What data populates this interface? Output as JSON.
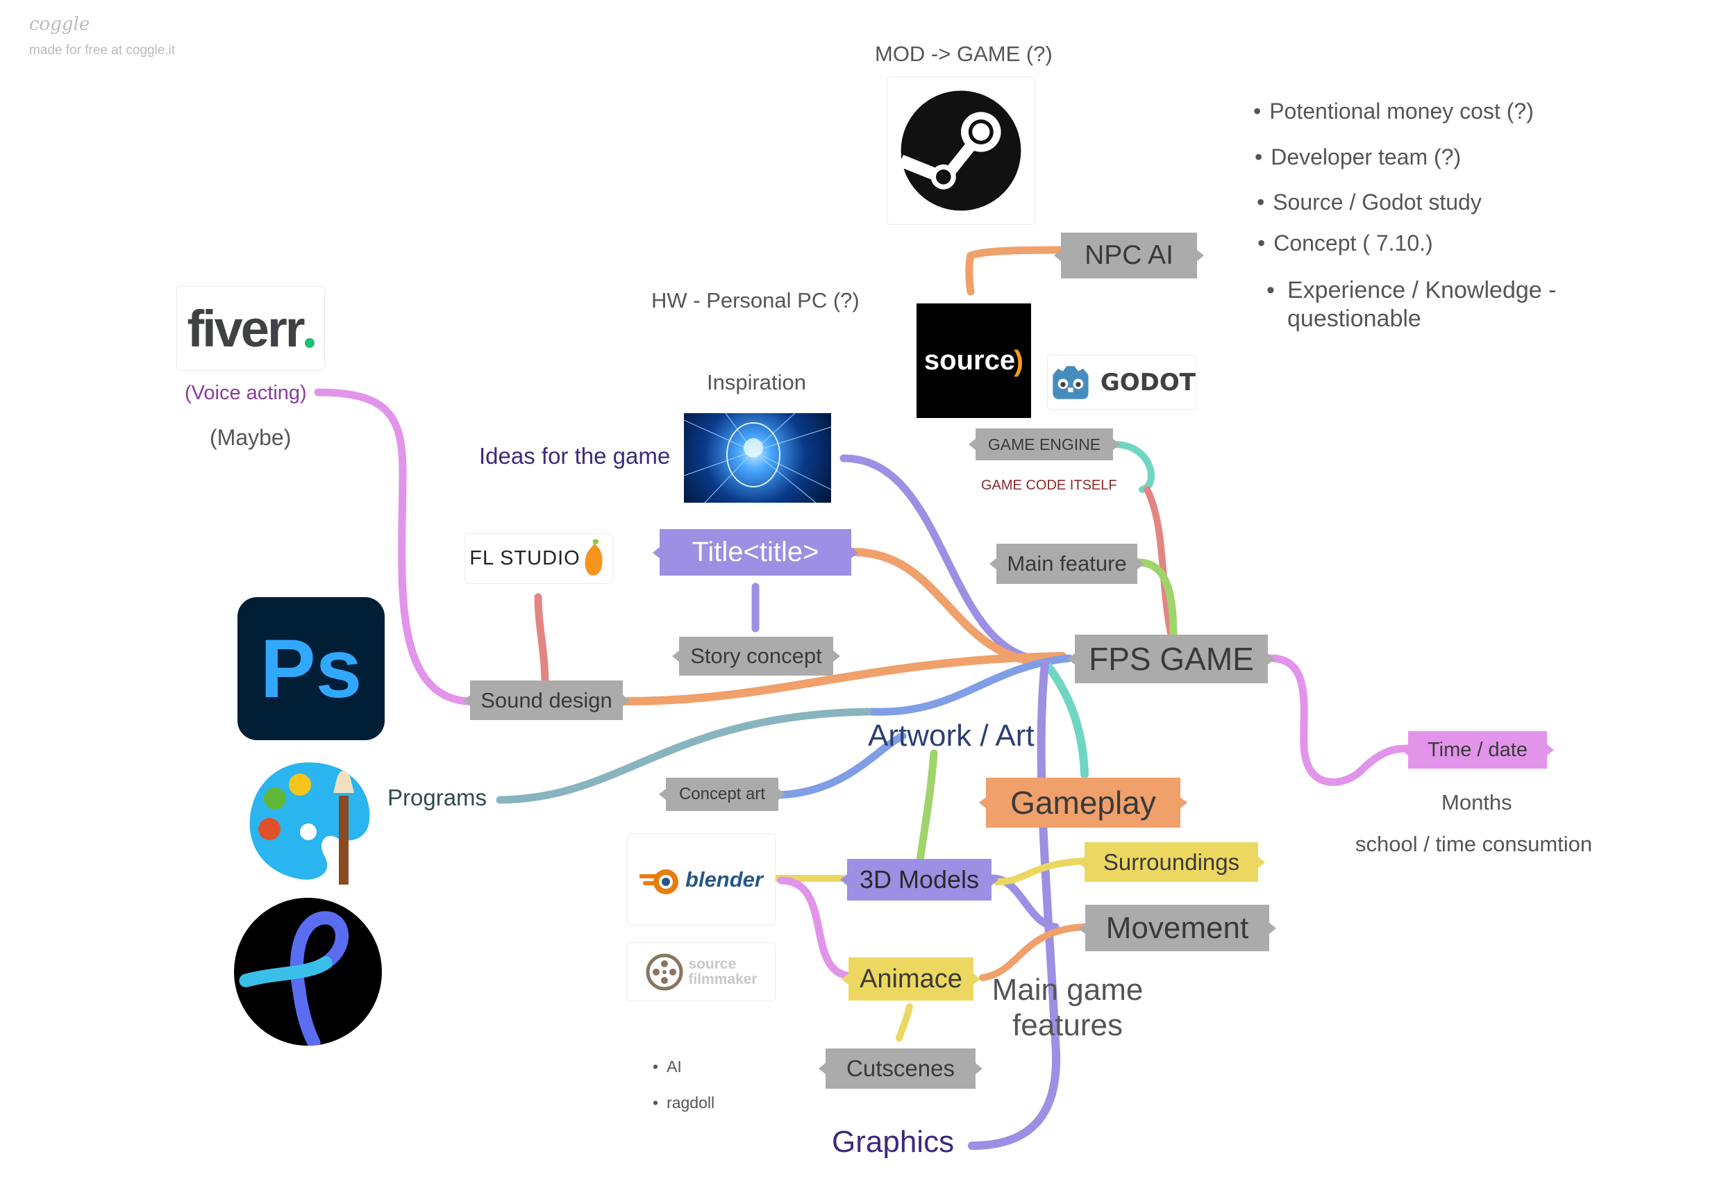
{
  "watermark": {
    "brand": "coggle",
    "tagline": "made for free at coggle.it"
  },
  "center": "FPS GAME",
  "top": {
    "mod_label": "MOD -> GAME (?)",
    "hw_label": "HW - Personal PC (?)",
    "npc_ai": "NPC AI",
    "game_engine": "GAME ENGINE",
    "game_code": "GAME CODE ITSELF",
    "source_logo_text": "source",
    "godot_logo_text": "GODOT"
  },
  "notes": [
    "Potentional money cost (?)",
    "Developer team (?)",
    "Source / Godot study",
    "Concept ( 7.10.)",
    "Experience / Knowledge - questionable"
  ],
  "left": {
    "fiverr_logo_text": "fiverr",
    "voice_acting": "(Voice acting)",
    "maybe": "(Maybe)",
    "inspiration": "Inspiration",
    "ideas": "Ideas for the game",
    "title": "Title<title>",
    "story_concept": "Story concept",
    "main_feature": "Main feature",
    "fl_studio_logo_text": "FL STUDIO",
    "sound_design": "Sound design",
    "programs": "Programs",
    "artwork": "Artwork / Art",
    "concept_art": "Concept art",
    "ps_logo_text": "Ps"
  },
  "bottom": {
    "models": "3D Models",
    "blender_logo_text": "blender",
    "sfm_logo_text_1": "source",
    "sfm_logo_text_2": "filmmaker",
    "animace": "Animace",
    "cutscenes": "Cutscenes",
    "bullets": [
      "AI",
      "ragdoll"
    ],
    "graphics": "Graphics",
    "gameplay": "Gameplay",
    "surroundings": "Surroundings",
    "movement": "Movement",
    "main_game_features": "Main game features"
  },
  "right": {
    "time_date": "Time / date",
    "months": "Months",
    "school": "school / time consumtion"
  },
  "colors": {
    "gray": "#ababab",
    "purple": "#9d8fe3",
    "orange": "#f0a06b",
    "yellow": "#ecd860",
    "pink": "#e294ea",
    "teal": "#6fd6c3",
    "blue": "#7f9ee6",
    "green": "#9fd46b",
    "red": "#e38583",
    "slate": "#87b4be",
    "label_purple": "#3b2a7a",
    "voice_purple": "#8a3c9a",
    "code_red": "#8a2a2a"
  }
}
